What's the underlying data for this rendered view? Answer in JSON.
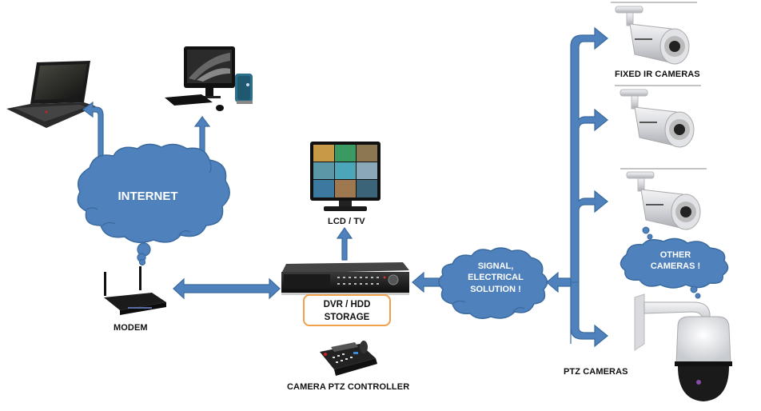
{
  "diagram": {
    "title": "CCTV / DVR system network diagram",
    "colors": {
      "arrow_fill": "#4f81bd",
      "arrow_stroke": "#3a6a9e",
      "cloud_fill": "#4f81bd",
      "storage_border": "#f0a04b",
      "label_text": "#111111"
    },
    "nodes": {
      "laptop": {
        "icon": "laptop-icon"
      },
      "desktop": {
        "icon": "desktop-computer-icon"
      },
      "internet": {
        "label": "INTERNET",
        "icon": "cloud-icon"
      },
      "modem": {
        "label": "MODEM",
        "icon": "router-icon"
      },
      "lcd": {
        "label": "LCD / TV",
        "icon": "monitor-icon"
      },
      "dvr": {
        "label_line1": "DVR / HDD",
        "label_line2": "STORAGE",
        "icon": "dvr-icon"
      },
      "ptz_controller": {
        "label": "CAMERA PTZ CONTROLLER",
        "icon": "keyboard-controller-icon"
      },
      "signal": {
        "line1": "SIGNAL,",
        "line2": "ELECTRICAL",
        "line3": "SOLUTION !",
        "icon": "cloud-icon"
      },
      "fixed_cameras": {
        "label": "FIXED IR CAMERAS",
        "count": 3,
        "icon": "bullet-camera-icon"
      },
      "other_cameras": {
        "line1": "OTHER",
        "line2": "CAMERAS !",
        "icon": "cloud-icon"
      },
      "ptz_cameras": {
        "label": "PTZ CAMERAS",
        "icon": "dome-camera-icon"
      }
    },
    "edges": [
      {
        "from": "internet",
        "to": "laptop",
        "type": "arrow"
      },
      {
        "from": "internet",
        "to": "desktop",
        "type": "arrow"
      },
      {
        "from": "modem",
        "to": "internet",
        "type": "thought-bubble"
      },
      {
        "from": "modem",
        "to": "dvr",
        "type": "double-arrow"
      },
      {
        "from": "dvr",
        "to": "lcd",
        "type": "arrow"
      },
      {
        "from": "signal",
        "to": "dvr",
        "type": "arrow"
      },
      {
        "from": "camera-bus",
        "to": "signal",
        "type": "arrow"
      },
      {
        "from": "camera-bus",
        "to": "fixed_cameras",
        "type": "arrow",
        "count": 3
      },
      {
        "from": "camera-bus",
        "to": "ptz_cameras",
        "type": "arrow"
      }
    ]
  }
}
